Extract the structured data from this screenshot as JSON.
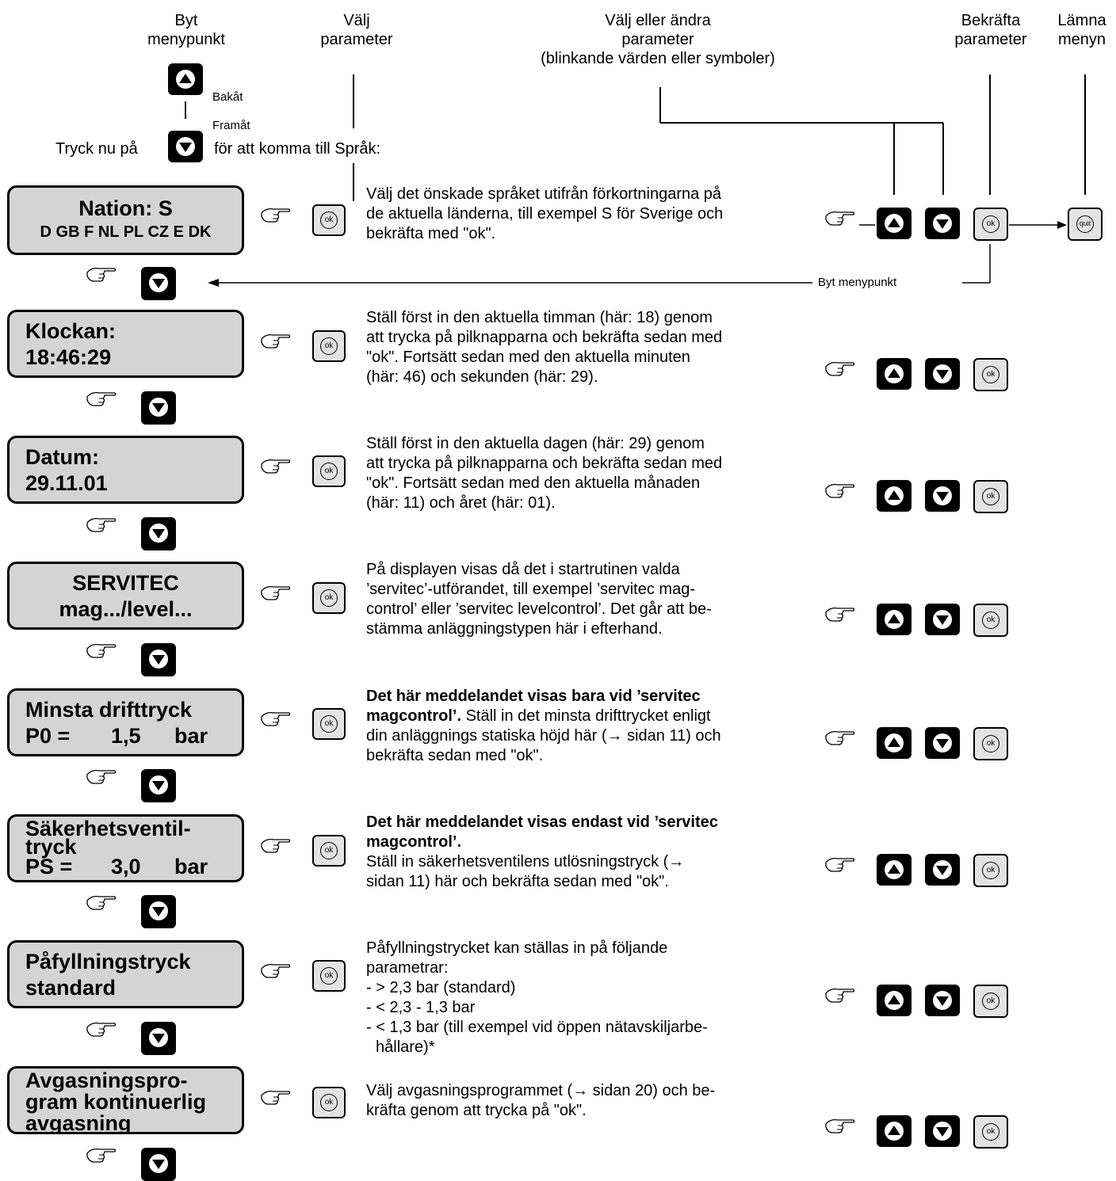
{
  "header": {
    "byt_menypunkt": [
      "Byt",
      "menypunkt"
    ],
    "valj_parameter": [
      "Välj",
      "parameter"
    ],
    "valj_andra": [
      "Välj eller ändra",
      "parameter",
      "(blinkande värden eller symboler)"
    ],
    "bekrafta": [
      "Bekräfta",
      "parameter"
    ],
    "lamna": [
      "Lämna",
      "menyn"
    ],
    "bakat": "Bakåt",
    "framat": "Framåt",
    "tryck_pre": "Tryck nu på",
    "tryck_post": "för att komma till Språk:"
  },
  "buttons": {
    "ok": "ok",
    "quit": "quit"
  },
  "byt_menypunkt_small": "Byt menypunkt",
  "steps": [
    {
      "display": [
        "Nation: S",
        "D GB F NL PL CZ E DK"
      ],
      "desc": [
        "Välj det önskade språket utifrån förkortningarna på",
        "de aktuella länderna, till exempel S för Sverige och",
        "bekräfta med \"ok\"."
      ]
    },
    {
      "display": [
        "Klockan:",
        "18:46:29"
      ],
      "desc": [
        "Ställ först in den aktuella timman (här: 18) genom",
        "att trycka på pilknapparna och bekräfta sedan med",
        "\"ok\". Fortsätt sedan med den aktuella minuten",
        "(här: 46) och sekunden (här: 29)."
      ]
    },
    {
      "display": [
        "Datum:",
        "29.11.01"
      ],
      "desc": [
        "Ställ först in den aktuella dagen (här: 29) genom",
        "att trycka på pilknapparna och bekräfta sedan med",
        "\"ok\". Fortsätt sedan med den aktuella månaden",
        "(här: 11) och året (här: 01)."
      ]
    },
    {
      "display": [
        "SERVITEC",
        "mag.../level..."
      ],
      "desc": [
        "På displayen visas då det i startrutinen valda",
        "’servitec’-utförandet, till exempel ’servitec mag-",
        "control’ eller ’servitec levelcontrol’. Det går att be-",
        "stämma anläggningstypen här i efterhand."
      ]
    },
    {
      "display": [
        "Minsta drifttryck",
        "P0 =",
        "1,5",
        "bar"
      ],
      "desc_bold": "Det här meddelandet visas bara vid ’servitec",
      "desc_bold2": "magcontrol’.",
      "desc": [
        " Ställ in det minsta drifttrycket enligt",
        "din anläggnings statiska höjd här (→ sidan 11) och",
        "bekräfta sedan med \"ok\"."
      ]
    },
    {
      "display": [
        "Säkerhetsventil-",
        "tryck",
        "PS =",
        "3,0",
        "bar"
      ],
      "desc_bold": "Det här meddelandet visas endast vid ’servitec",
      "desc_bold2": "magcontrol’.",
      "desc": [
        "Ställ in säkerhetsventilens utlösningstryck (→",
        "sidan 11) här och bekräfta sedan med \"ok\"."
      ]
    },
    {
      "display": [
        "Påfyllningstryck",
        "standard"
      ],
      "desc": [
        "Påfyllningstrycket kan ställas in på följande",
        "parametrar:",
        "- > 2,3 bar (standard)",
        "- < 2,3 - 1,3 bar",
        "- < 1,3 bar (till exempel vid öppen nätavskiljarbe-",
        "hållare)*"
      ]
    },
    {
      "display": [
        "Avgasningspro-",
        "gram kontinuerlig",
        "avgasning"
      ],
      "desc": [
        "Välj avgasningsprogrammet (→ sidan 20) och be-",
        "kräfta genom att trycka på \"ok\"."
      ]
    }
  ]
}
